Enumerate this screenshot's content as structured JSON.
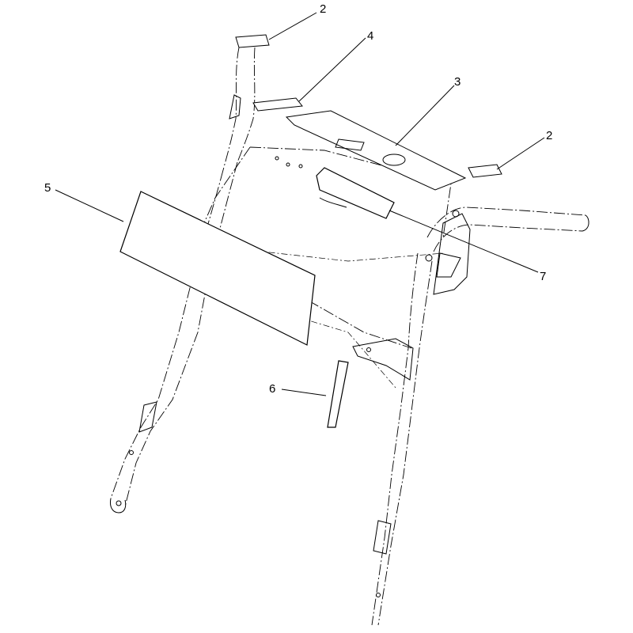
{
  "diagram": {
    "callouts": [
      {
        "id": "c2a",
        "number": "2"
      },
      {
        "id": "c4",
        "number": "4"
      },
      {
        "id": "c3",
        "number": "3"
      },
      {
        "id": "c2b",
        "number": "2"
      },
      {
        "id": "c5",
        "number": "5"
      },
      {
        "id": "c7",
        "number": "7"
      },
      {
        "id": "c6",
        "number": "6"
      }
    ]
  }
}
